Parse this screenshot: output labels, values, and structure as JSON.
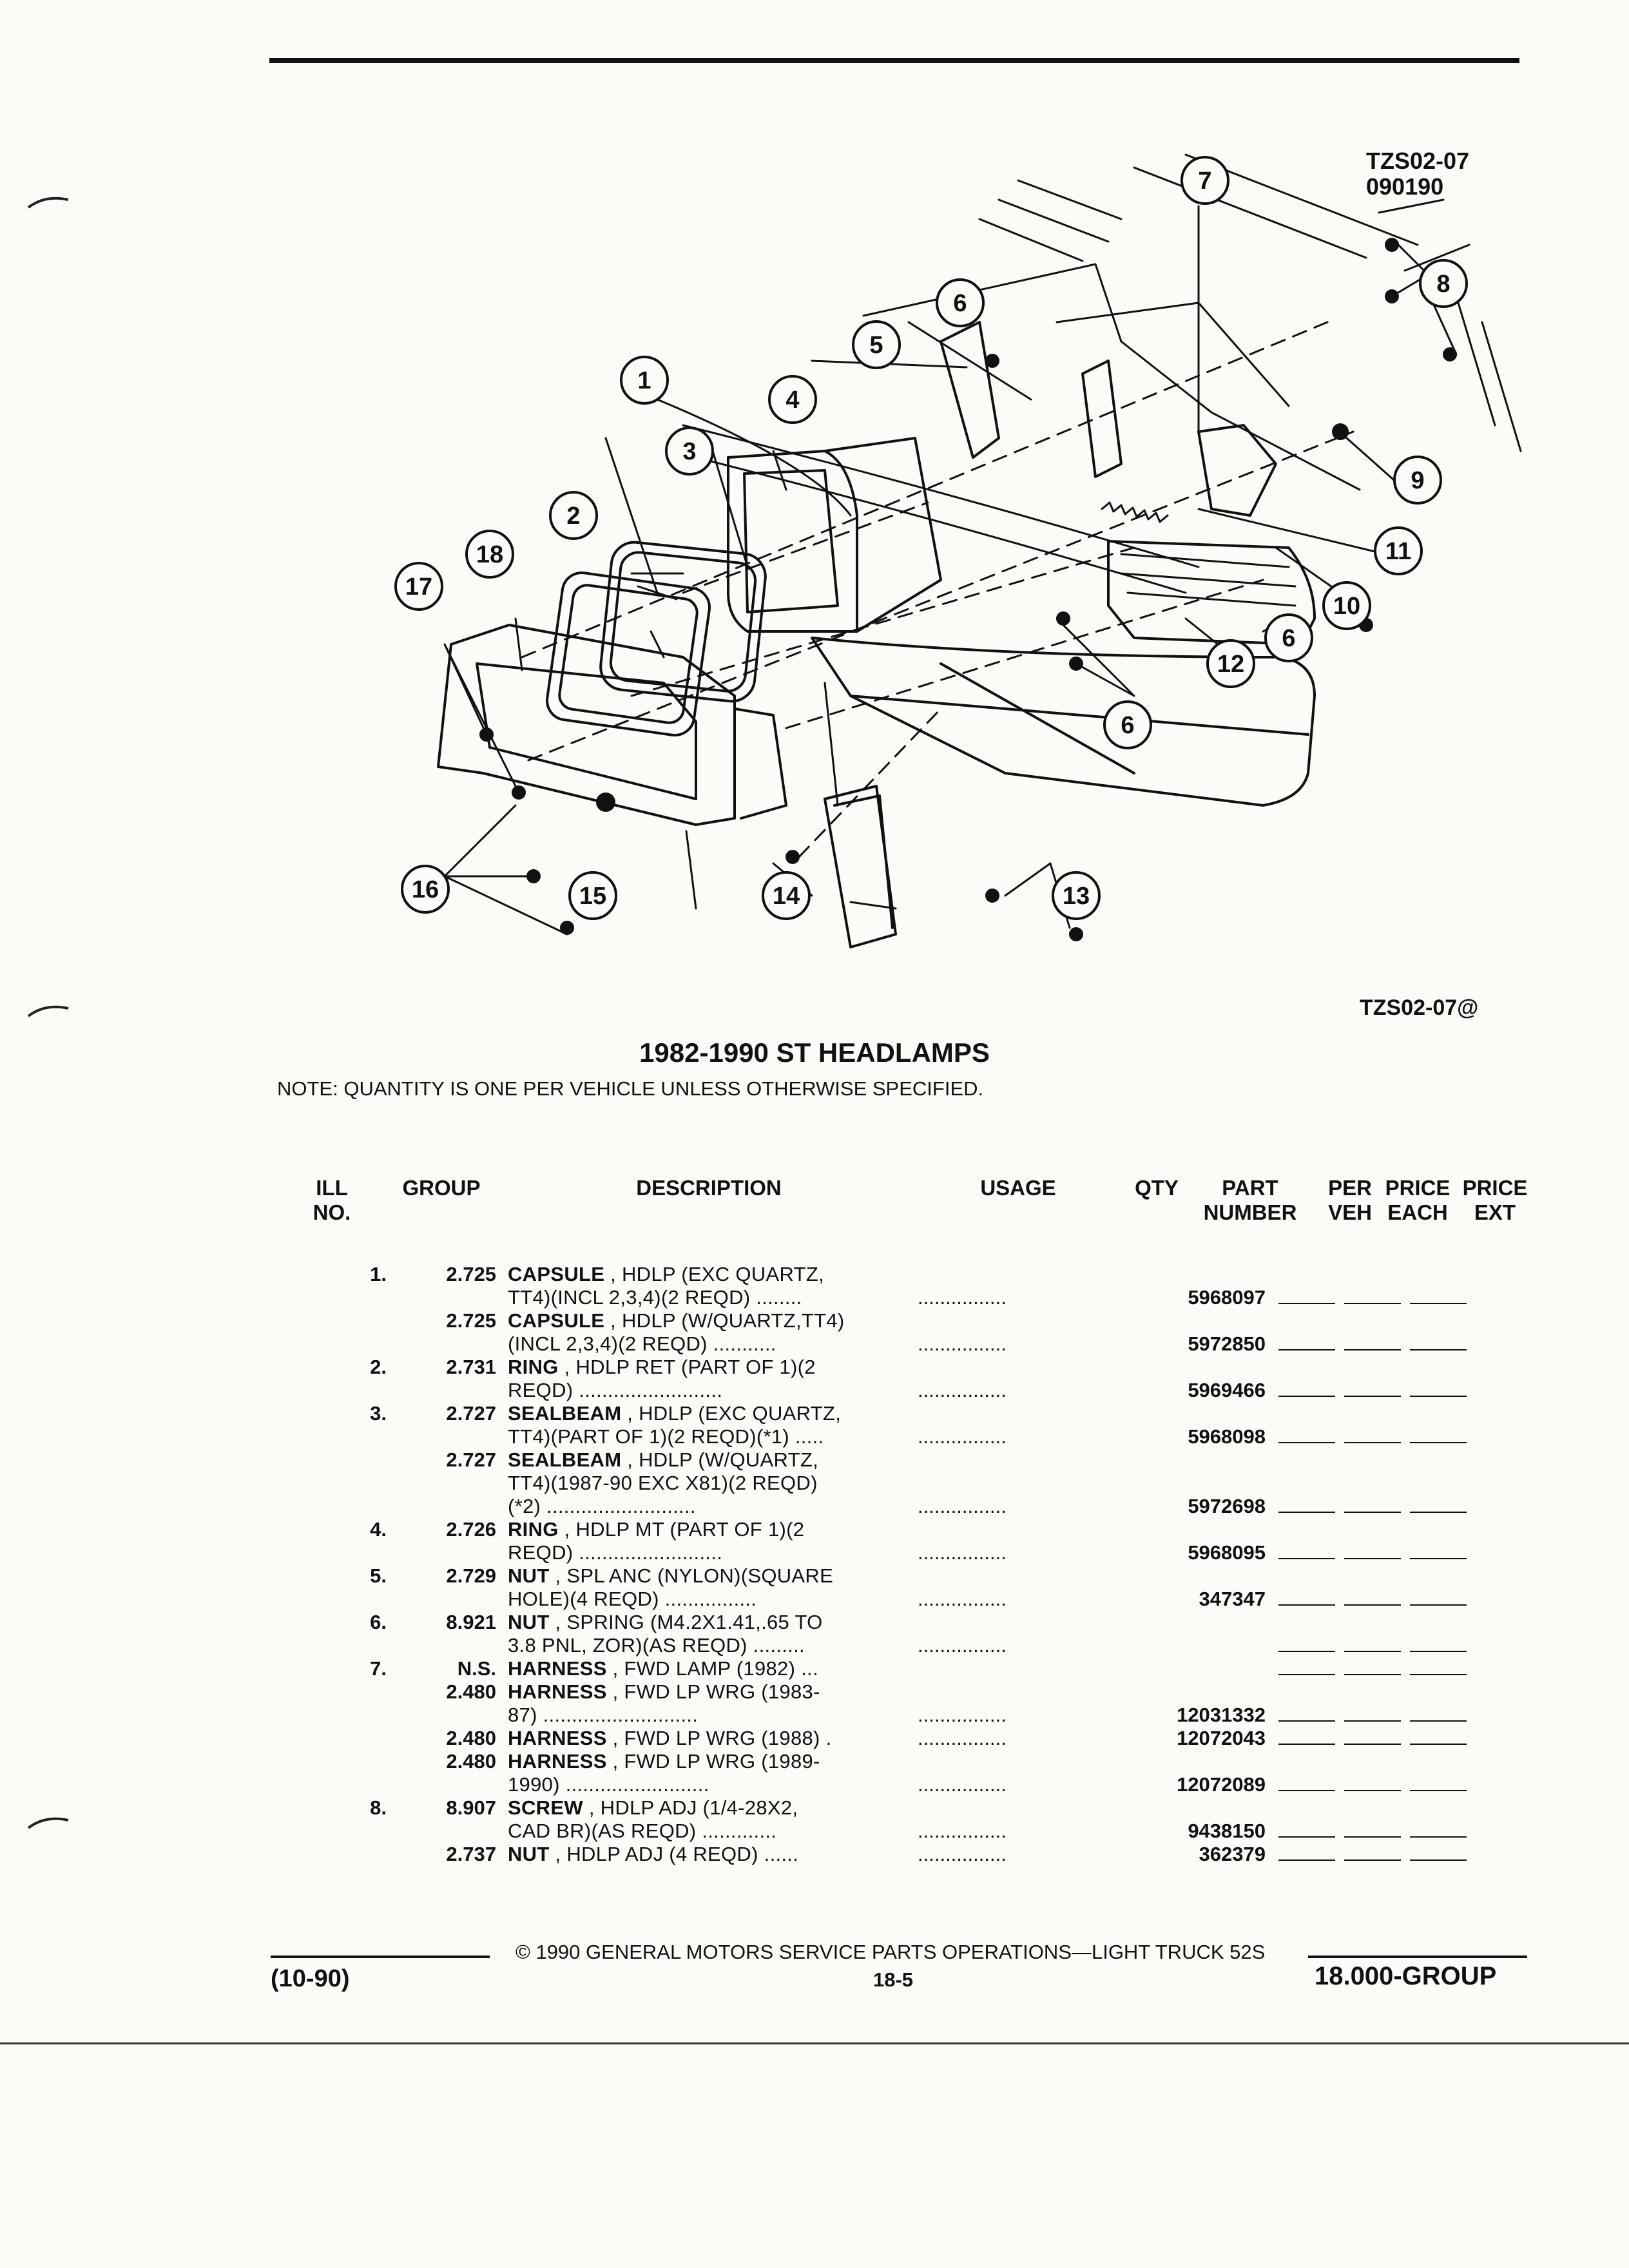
{
  "diagram": {
    "code_top": [
      "TZS02-07",
      "090190"
    ],
    "code_bottom": "TZS02-07@",
    "callouts": [
      "1",
      "2",
      "3",
      "4",
      "5",
      "6",
      "7",
      "8",
      "9",
      "10",
      "11",
      "12",
      "13",
      "14",
      "15",
      "16",
      "17",
      "18",
      "6",
      "6"
    ]
  },
  "title": "1982-1990 ST HEADLAMPS",
  "note": "NOTE:  QUANTITY IS ONE PER VEHICLE UNLESS OTHERWISE SPECIFIED.",
  "columns": {
    "ill": [
      "ILL",
      "NO."
    ],
    "group": "GROUP",
    "description": "DESCRIPTION",
    "usage": "USAGE",
    "qty": "QTY",
    "part": [
      "PART",
      "NUMBER"
    ],
    "per": [
      "PER",
      "VEH"
    ],
    "price_each": [
      "PRICE",
      "EACH"
    ],
    "price_ext": [
      "PRICE",
      "EXT"
    ]
  },
  "rows": [
    {
      "ill": "1.",
      "group": "2.725",
      "name": "CAPSULE",
      "lines": [
        ", HDLP (EXC QUARTZ,",
        "TT4)(INCL 2,3,4)(2 REQD) ........"
      ],
      "part": "5968097"
    },
    {
      "ill": "",
      "group": "2.725",
      "name": "CAPSULE",
      "lines": [
        ", HDLP (W/QUARTZ,TT4)",
        "(INCL 2,3,4)(2 REQD) ..........."
      ],
      "part": "5972850"
    },
    {
      "ill": "2.",
      "group": "2.731",
      "name": "RING",
      "lines": [
        ", HDLP RET (PART OF 1)(2",
        "REQD) ........................."
      ],
      "part": "5969466"
    },
    {
      "ill": "3.",
      "group": "2.727",
      "name": "SEALBEAM",
      "lines": [
        ", HDLP (EXC QUARTZ,",
        "TT4)(PART OF 1)(2 REQD)(*1) ....."
      ],
      "part": "5968098"
    },
    {
      "ill": "",
      "group": "2.727",
      "name": "SEALBEAM",
      "lines": [
        ", HDLP (W/QUARTZ,",
        "TT4)(1987-90 EXC X81)(2 REQD)",
        "(*2) .........................."
      ],
      "part": "5972698"
    },
    {
      "ill": "4.",
      "group": "2.726",
      "name": "RING",
      "lines": [
        ", HDLP MT (PART OF 1)(2",
        "REQD) ........................."
      ],
      "part": "5968095"
    },
    {
      "ill": "5.",
      "group": "2.729",
      "name": "NUT",
      "lines": [
        ", SPL ANC (NYLON)(SQUARE",
        "HOLE)(4 REQD) ................"
      ],
      "part": "347347"
    },
    {
      "ill": "6.",
      "group": "8.921",
      "name": "NUT",
      "lines": [
        ", SPRING (M4.2X1.41,.65 TO",
        "3.8 PNL, ZOR)(AS REQD) ........."
      ],
      "part": ""
    },
    {
      "ill": "7.",
      "group": "N.S.",
      "name": "HARNESS",
      "lines": [
        ", FWD LAMP (1982) ..."
      ],
      "part": "",
      "no_usage": true
    },
    {
      "ill": "",
      "group": "2.480",
      "name": "HARNESS",
      "lines": [
        ", FWD LP WRG (1983-",
        "87) ..........................."
      ],
      "part": "12031332"
    },
    {
      "ill": "",
      "group": "2.480",
      "name": "HARNESS",
      "lines": [
        ", FWD LP WRG (1988) ."
      ],
      "part": "12072043"
    },
    {
      "ill": "",
      "group": "2.480",
      "name": "HARNESS",
      "lines": [
        ", FWD LP WRG (1989-",
        "1990) ........................."
      ],
      "part": "12072089"
    },
    {
      "ill": "8.",
      "group": "8.907",
      "name": "SCREW",
      "lines": [
        ", HDLP ADJ (1/4-28X2,",
        "CAD BR)(AS REQD) ............."
      ],
      "part": "9438150"
    },
    {
      "ill": "",
      "group": "2.737",
      "name": "NUT",
      "lines": [
        ", HDLP ADJ (4 REQD) ......"
      ],
      "part": "362379"
    }
  ],
  "usage_dots": "................",
  "footer": {
    "copyright": "©  1990  GENERAL MOTORS SERVICE PARTS OPERATIONS—LIGHT TRUCK 52S",
    "date": "(10-90)",
    "page": "18-5",
    "group": "18.000-GROUP"
  }
}
